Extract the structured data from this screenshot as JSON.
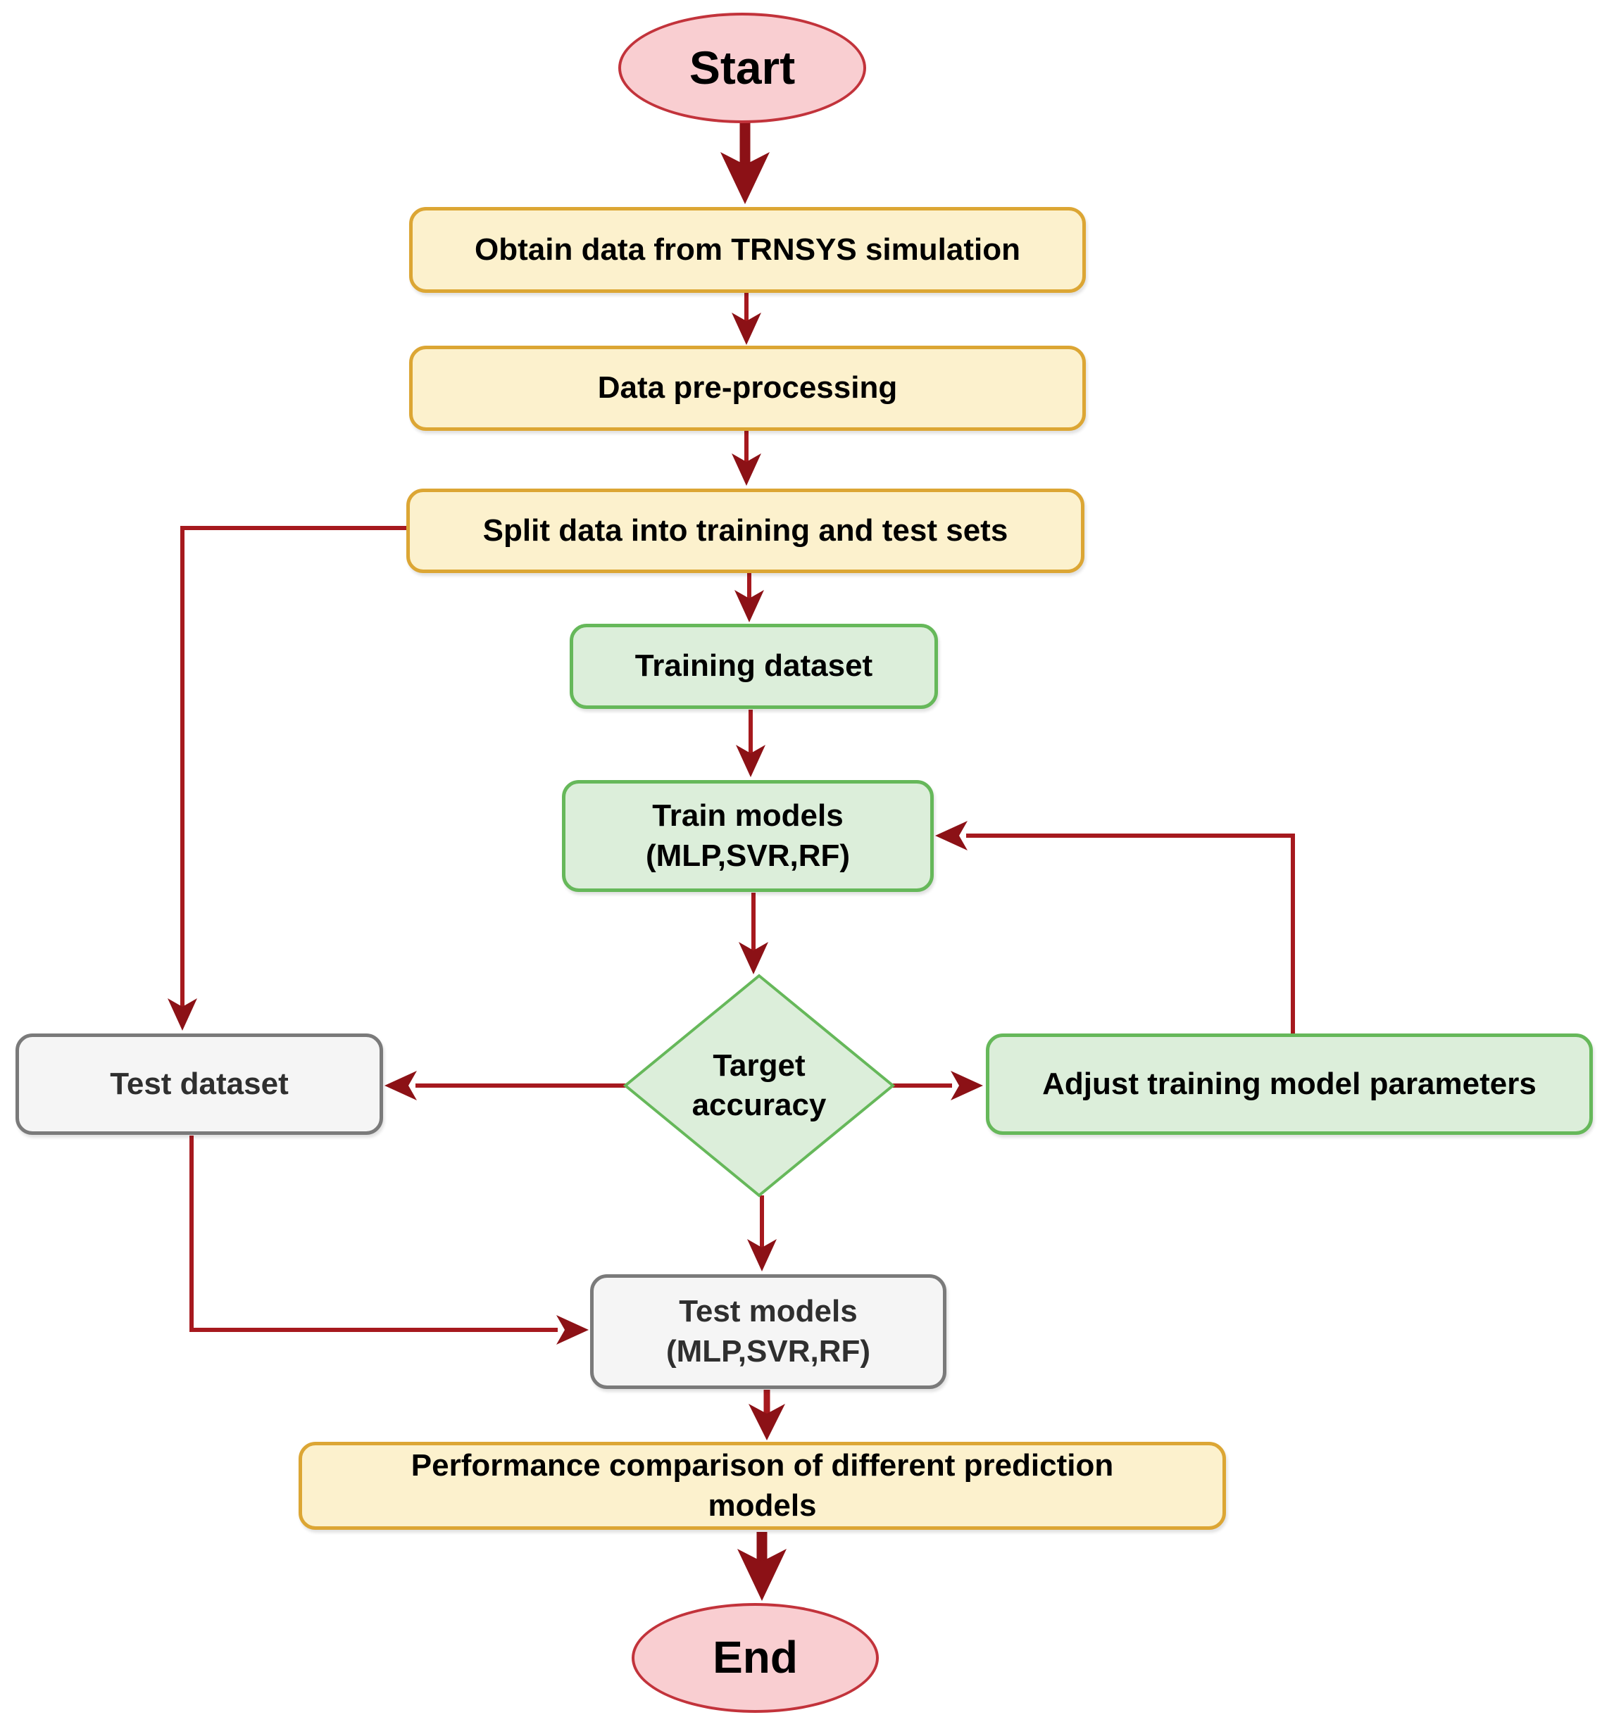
{
  "colors": {
    "bg": "#ffffff",
    "text": "#000000",
    "text_gray": "#2f2f2f",
    "arrow_line": "#a6191e",
    "arrow_head": "#8c1116",
    "arrow_thick": "#8c1116",
    "yellow_fill": "#fcf1cd",
    "yellow_border": "#dca634",
    "green_fill": "#dceeda",
    "green_border": "#66b85a",
    "gray_fill": "#f5f5f5",
    "gray_border": "#7a7a7a",
    "pink_fill": "#f9ced1",
    "pink_border": "#c2333b"
  },
  "nodes": {
    "start": {
      "label": "Start"
    },
    "obtain": {
      "label": "Obtain data from TRNSYS simulation"
    },
    "preprocess": {
      "label": "Data pre-processing"
    },
    "split": {
      "label": "Split data into training and test sets"
    },
    "training_dataset": {
      "label": "Training dataset"
    },
    "train_models": {
      "label1": "Train models",
      "label2": "(MLP,SVR,RF)"
    },
    "target_accuracy": {
      "label1": "Target",
      "label2": "accuracy"
    },
    "test_dataset": {
      "label": "Test dataset"
    },
    "adjust": {
      "label": "Adjust training model parameters"
    },
    "test_models": {
      "label1": "Test models",
      "label2": "(MLP,SVR,RF)"
    },
    "performance": {
      "label": "Performance comparison of different prediction models"
    },
    "end": {
      "label": "End"
    }
  }
}
